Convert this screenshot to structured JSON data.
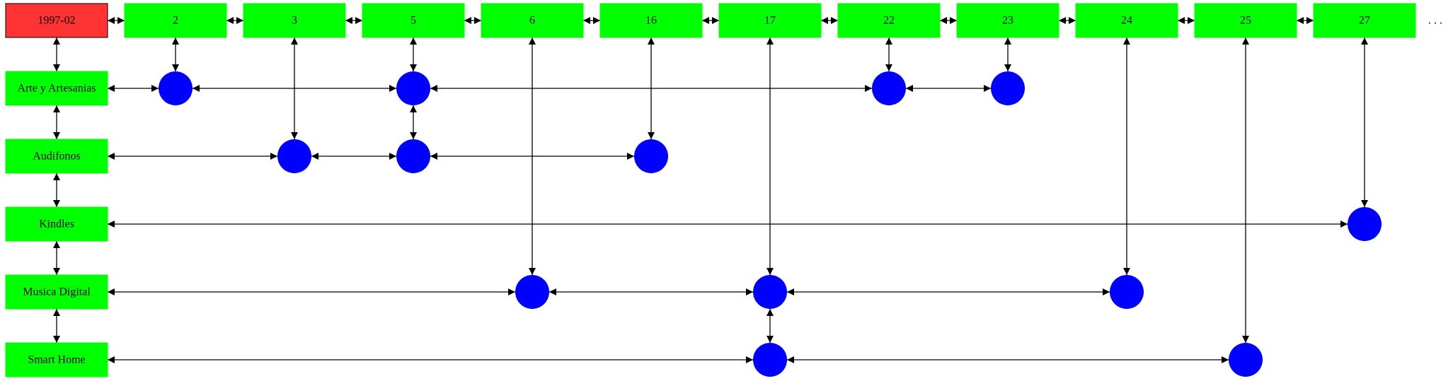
{
  "colors": {
    "header_fill": "#ff3333",
    "column_fill": "#00ff00",
    "row_fill": "#00ff00",
    "node_fill": "#0000ff",
    "edge": "#000000"
  },
  "header": {
    "label": "1997-02"
  },
  "columns": [
    {
      "id": "c2",
      "label": "2"
    },
    {
      "id": "c3",
      "label": "3"
    },
    {
      "id": "c5",
      "label": "5"
    },
    {
      "id": "c6",
      "label": "6"
    },
    {
      "id": "c16",
      "label": "16"
    },
    {
      "id": "c17",
      "label": "17"
    },
    {
      "id": "c22",
      "label": "22"
    },
    {
      "id": "c23",
      "label": "23"
    },
    {
      "id": "c24",
      "label": "24"
    },
    {
      "id": "c25",
      "label": "25"
    },
    {
      "id": "c27",
      "label": "27"
    }
  ],
  "more_indicator": ". . .",
  "rows": [
    {
      "id": "r1",
      "label": "Arte y Artesanias"
    },
    {
      "id": "r2",
      "label": "Audifonos"
    },
    {
      "id": "r3",
      "label": "Kindles"
    },
    {
      "id": "r4",
      "label": "Musica Digital"
    },
    {
      "id": "r5",
      "label": "Smart Home"
    }
  ],
  "nodes": [
    {
      "row": "r1",
      "col": "c2"
    },
    {
      "row": "r1",
      "col": "c5"
    },
    {
      "row": "r1",
      "col": "c22"
    },
    {
      "row": "r1",
      "col": "c23"
    },
    {
      "row": "r2",
      "col": "c3"
    },
    {
      "row": "r2",
      "col": "c5"
    },
    {
      "row": "r2",
      "col": "c16"
    },
    {
      "row": "r3",
      "col": "c27"
    },
    {
      "row": "r4",
      "col": "c6"
    },
    {
      "row": "r4",
      "col": "c17"
    },
    {
      "row": "r4",
      "col": "c24"
    },
    {
      "row": "r5",
      "col": "c17"
    },
    {
      "row": "r5",
      "col": "c25"
    }
  ]
}
